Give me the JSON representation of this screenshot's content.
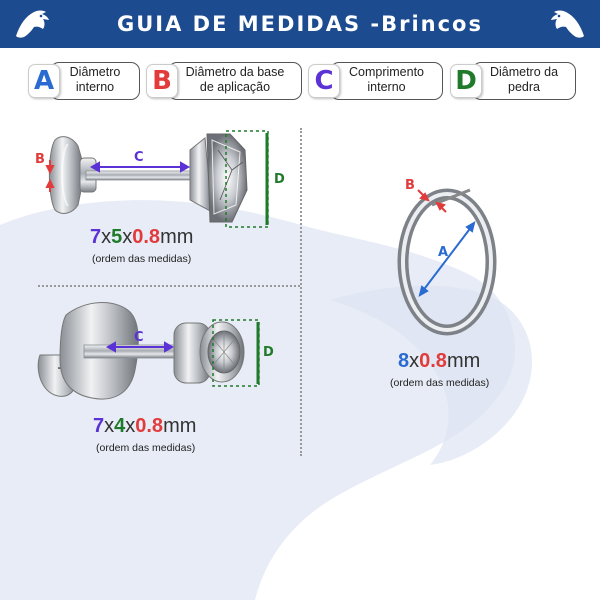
{
  "header": {
    "title": "GUIA DE MEDIDAS -Brincos",
    "left_icon": "eagle-icon",
    "right_icon": "eagle-icon"
  },
  "colors": {
    "header_bg": "#1d4b8f",
    "A": "#2a6bd1",
    "B": "#e23b3b",
    "C": "#5a32d6",
    "D": "#1f7a2a",
    "background_shape": "#e7ecf6"
  },
  "legend": [
    {
      "letter": "A",
      "line1": "Diâmetro",
      "line2": "interno"
    },
    {
      "letter": "B",
      "line1": "Diâmetro da base",
      "line2": "de aplicação"
    },
    {
      "letter": "C",
      "line1": "Comprimento",
      "line2": "interno"
    },
    {
      "letter": "D",
      "line1": "Diâmetro da",
      "line2": "pedra"
    }
  ],
  "products": [
    {
      "name": "stud-earring-prong",
      "labels": {
        "B": "B",
        "C": "C",
        "D": "D"
      },
      "measure": {
        "c": "7",
        "d": "5",
        "b": "0.8",
        "x": "x",
        "unit": "mm"
      },
      "order_note": "(ordem das medidas)"
    },
    {
      "name": "stud-earring-bezel",
      "labels": {
        "C": "C",
        "D": "D"
      },
      "measure": {
        "c": "7",
        "d": "4",
        "b": "0.8",
        "x": "x",
        "unit": "mm"
      },
      "order_note": "(ordem das medidas)"
    },
    {
      "name": "hoop-earring",
      "labels": {
        "A": "A",
        "B": "B"
      },
      "measure": {
        "a": "8",
        "b": "0.8",
        "x": "x",
        "unit": "mm"
      },
      "order_note": "(ordem das medidas)"
    }
  ]
}
